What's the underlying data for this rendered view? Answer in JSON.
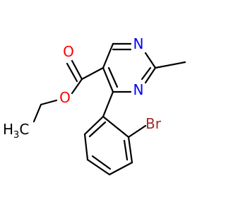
{
  "molecule": {
    "atoms": {
      "o_carbonyl": {
        "label": "O",
        "color": "#ff0000"
      },
      "o_ester": {
        "label": "O",
        "color": "#ff0000"
      },
      "n1": {
        "label": "N",
        "color": "#0000ff"
      },
      "n3": {
        "label": "N",
        "color": "#0000ff"
      },
      "br": {
        "label": "Br",
        "color": "#a52a2a"
      },
      "ch3": {
        "label": "H",
        "sub": "3",
        "tail": "C",
        "color": "#000000"
      }
    },
    "bond_color": "#000000"
  }
}
